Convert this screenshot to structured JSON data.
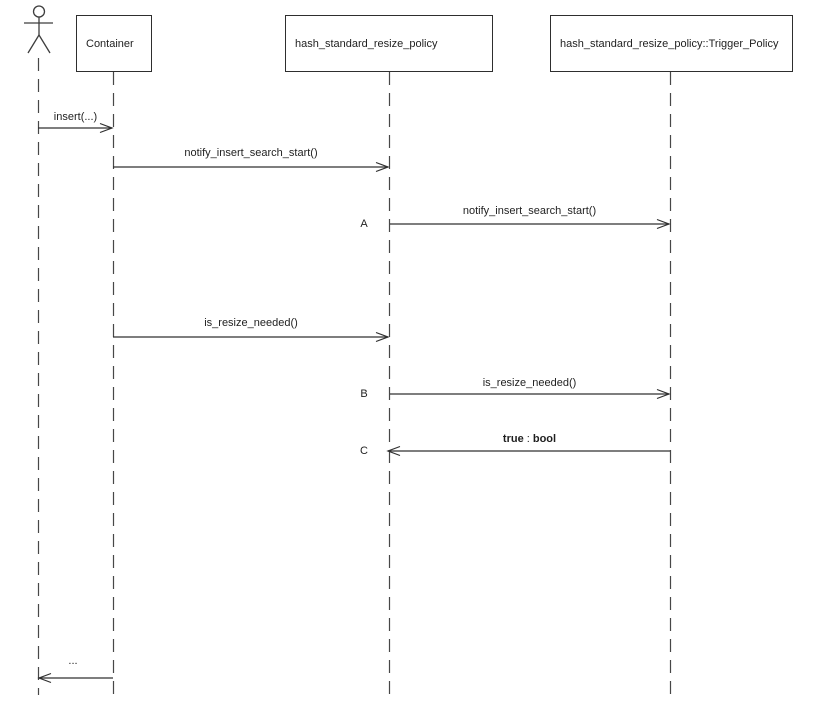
{
  "diagram": {
    "type": "uml-sequence-diagram",
    "actor": {
      "name": "actor"
    },
    "participants": [
      {
        "label": "Container"
      },
      {
        "label": "hash_standard_resize_policy"
      },
      {
        "label": "hash_standard_resize_policy::Trigger_Policy"
      }
    ],
    "messages": [
      {
        "label": "insert(...)",
        "from": "actor",
        "to": "Container",
        "direction": "right"
      },
      {
        "label": "notify_insert_search_start()",
        "from": "Container",
        "to": "hash_standard_resize_policy",
        "direction": "right"
      },
      {
        "marker": "A",
        "label": "notify_insert_search_start()",
        "from": "hash_standard_resize_policy",
        "to": "hash_standard_resize_policy::Trigger_Policy",
        "direction": "right"
      },
      {
        "label": "is_resize_needed()",
        "from": "Container",
        "to": "hash_standard_resize_policy",
        "direction": "right"
      },
      {
        "marker": "B",
        "label": "is_resize_needed()",
        "from": "hash_standard_resize_policy",
        "to": "hash_standard_resize_policy::Trigger_Policy",
        "direction": "right"
      },
      {
        "marker": "C",
        "return_value": "true",
        "separator": " : ",
        "return_type": "bool",
        "from": "hash_standard_resize_policy::Trigger_Policy",
        "to": "hash_standard_resize_policy",
        "direction": "left"
      },
      {
        "label": "...",
        "from": "Container",
        "to": "actor",
        "direction": "left"
      }
    ]
  },
  "colors": {
    "background": "#ffffff",
    "line": "#3d3d3d",
    "text": "#1f1f1f"
  }
}
